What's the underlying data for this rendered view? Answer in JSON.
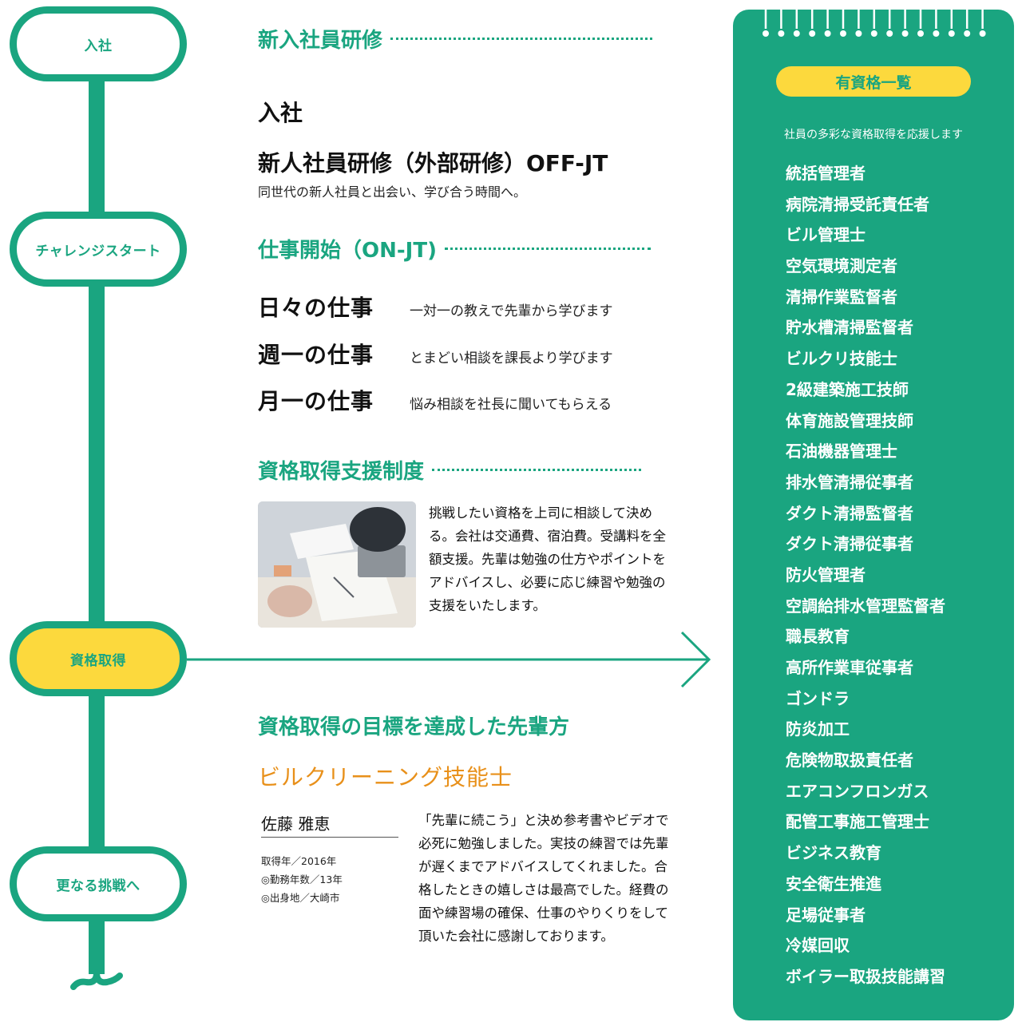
{
  "colors": {
    "accent": "#1aa580",
    "highlight": "#fcd93d",
    "orange": "#e8901a",
    "text": "#111111"
  },
  "timeline": {
    "nodes": [
      {
        "label": "入社",
        "active": false
      },
      {
        "label": "チャレンジスタート",
        "active": false
      },
      {
        "label": "資格取得",
        "active": true
      },
      {
        "label": "更なる挑戦へ",
        "active": false
      }
    ]
  },
  "training": {
    "title": "新入社員研修",
    "entry": "入社",
    "offjt_title": "新人社員研修（外部研修）OFF-JT",
    "offjt_desc": "同世代の新人社員と出会い、学び合う時間へ。"
  },
  "onjt": {
    "title": "仕事開始（ON-JT)",
    "rows": [
      {
        "name": "日々の仕事",
        "desc": "一対一の教えで先輩から学びます"
      },
      {
        "name": "週一の仕事",
        "desc": "とまどい相談を課長より学びます"
      },
      {
        "name": "月一の仕事",
        "desc": "悩み相談を社長に聞いてもらえる"
      }
    ]
  },
  "support": {
    "title": "資格取得支援制度",
    "lines": [
      "挑戦したい資格を上司に相談して決め",
      "る。会社は交通費、宿泊費。受講料を全",
      "額支援。先輩は勉強の仕方やポイントを",
      "アドバイスし、必要に応じ練習や勉強の",
      "支援をいたします。"
    ]
  },
  "achiever": {
    "title": "資格取得の目標を達成した先輩方",
    "qualification": "ビルクリーニング技能士",
    "name": "佐藤 雅恵",
    "meta": [
      "取得年／2016年",
      "◎勤務年数／13年",
      "◎出身地／大崎市"
    ],
    "lines": [
      "「先輩に続こう」と決め参考書やビデオで",
      "必死に勉強しました。実技の練習では先輩",
      "が遅くまでアドバイスしてくれました。合",
      "格したときの嬉しさは最高でした。経費の",
      "面や練習場の確保、仕事のやりくりをして",
      "頂いた会社に感謝しております。"
    ]
  },
  "panel": {
    "title": "有資格一覧",
    "subtitle": "社員の多彩な資格取得を応援します",
    "items": [
      "統括管理者",
      "病院清掃受託責任者",
      "ビル管理士",
      "空気環境測定者",
      "清掃作業監督者",
      "貯水槽清掃監督者",
      "ビルクリ技能士",
      "2級建築施工技師",
      "体育施設管理技師",
      "石油機器管理士",
      "排水管清掃従事者",
      "ダクト清掃監督者",
      "ダクト清掃従事者",
      "防火管理者",
      "空調給排水管理監督者",
      "職長教育",
      "高所作業車従事者",
      "ゴンドラ",
      "防炎加工",
      "危険物取扱責任者",
      "エアコンフロンガス",
      "配管工事施工管理士",
      "ビジネス教育",
      "安全衛生推進",
      "足場従事者",
      "冷媒回収",
      "ボイラー取扱技能講習"
    ]
  }
}
